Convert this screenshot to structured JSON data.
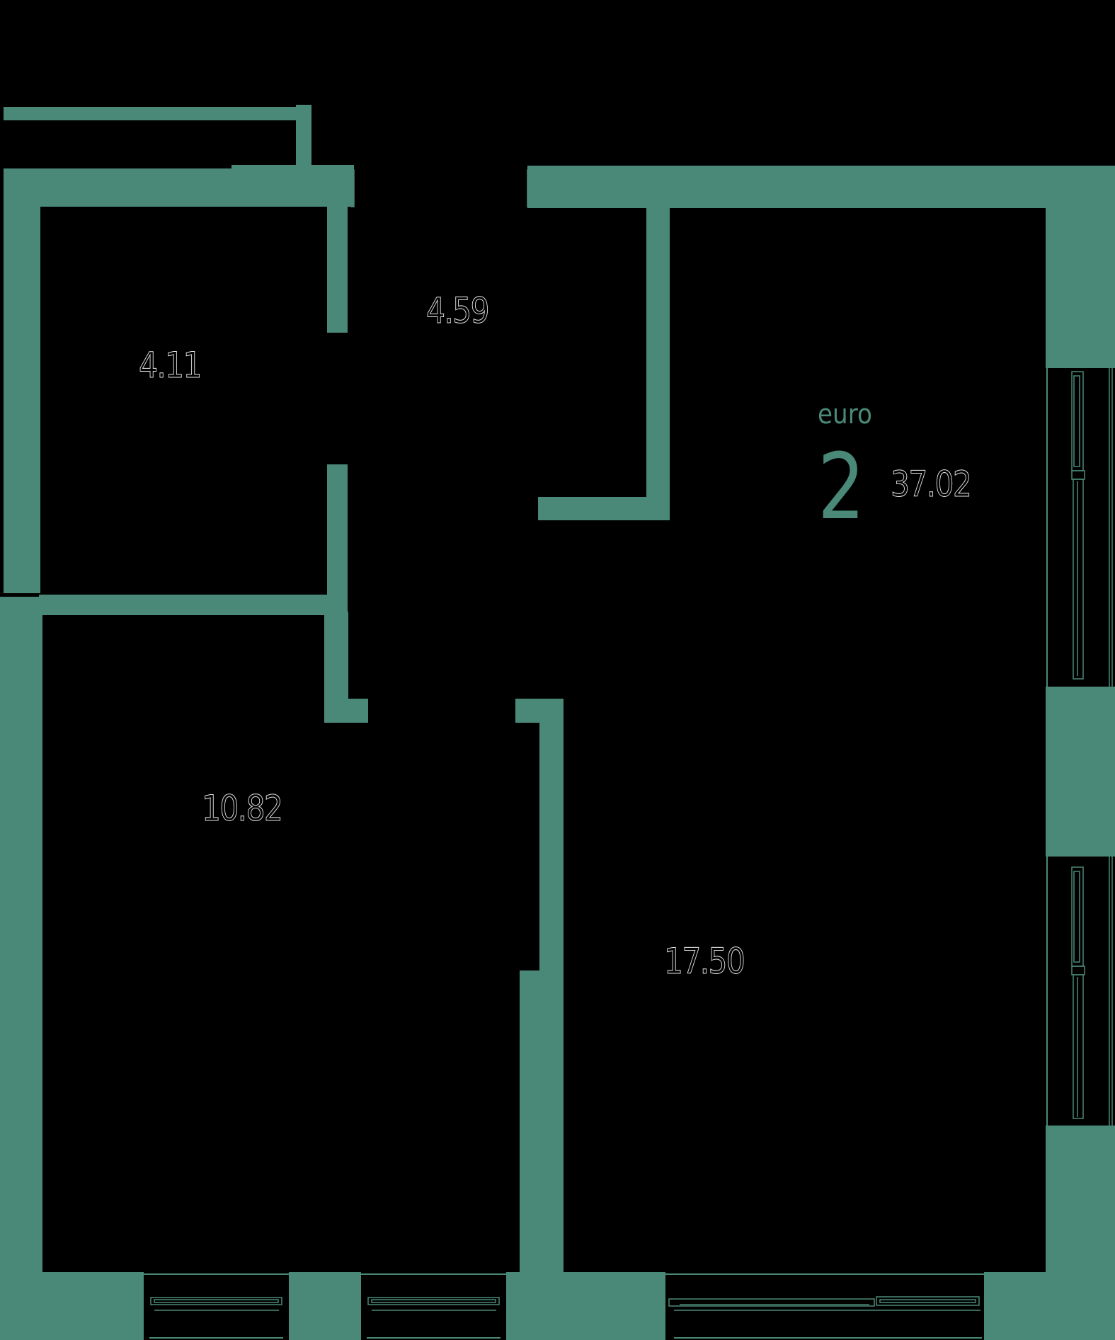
{
  "plan": {
    "apartment_type_prefix": "euro",
    "room_count": "2",
    "total_area": "37.02",
    "colors": {
      "background": "#000000",
      "walls": "#4a8978",
      "label_outline": "#e8e8e8"
    },
    "rooms": [
      {
        "id": "bathroom",
        "area": "4.11"
      },
      {
        "id": "hallway",
        "area": "4.59"
      },
      {
        "id": "bedroom",
        "area": "10.82"
      },
      {
        "id": "kitchen-living",
        "area": "17.50"
      }
    ]
  }
}
